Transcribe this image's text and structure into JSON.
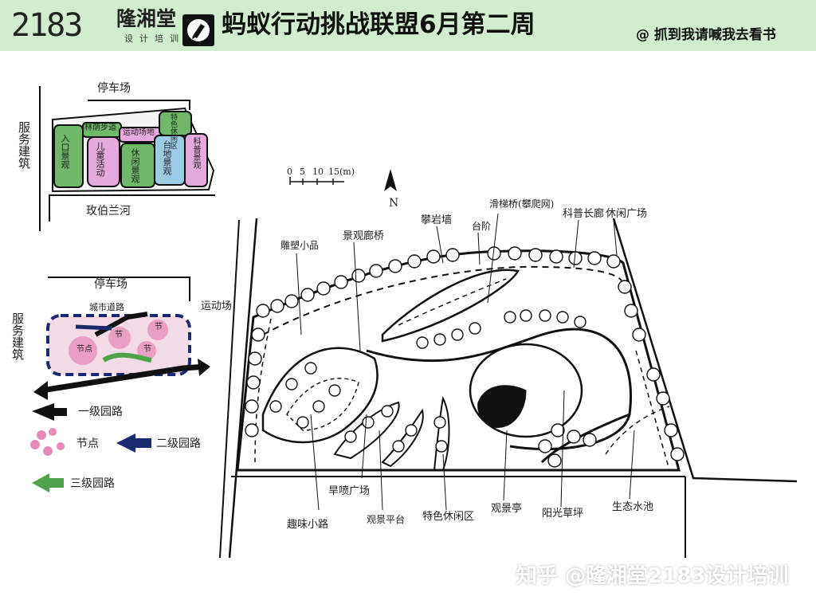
{
  "header": {
    "brand_number": "2183",
    "brand_name": "隆湘堂",
    "brand_sub": "设计培训",
    "title": "蚂蚁行动挑战联盟6月第二周",
    "mention": "@ 抓到我请喊我去看书"
  },
  "function_diagram": {
    "top_label": "停车场",
    "bottom_label": "玫伯兰河",
    "side_label": "服务建筑",
    "zones": [
      "入口景观",
      "儿童活动",
      "休闲景观",
      "林荫步道",
      "运动场地",
      "台地景观",
      "科普景观",
      "特色休闲区"
    ]
  },
  "circulation_diagram": {
    "top_label": "停车场",
    "side_label": "服务建筑",
    "right_label": "运动场",
    "inner_label": "城市道路",
    "node_labels": [
      "节点",
      "节",
      "节",
      "节"
    ]
  },
  "legend": {
    "primary": "一级园路",
    "node": "节点",
    "secondary": "二级园路",
    "tertiary": "三级园路"
  },
  "plan": {
    "scale_ticks": [
      "0",
      "5",
      "10",
      "15(m)"
    ],
    "north": "N",
    "labels": {
      "sculpture": "雕塑小品",
      "viewing_corridor": "景观廊桥",
      "climbing_wall": "攀岩墙",
      "terrace_steps": "台阶",
      "slide": "滑梯桥(攀爬网)",
      "science": "科普长廊",
      "leisure_plaza": "休闲广场",
      "dry_fountain": "旱喷广场",
      "fun_path": "趣味小路",
      "viewing_platform": "观景平台",
      "feature_rest": "特色休闲区",
      "pavilion": "观景亭",
      "sun_lawn": "阳光草坪",
      "pond": "生态水池"
    }
  },
  "watermark": "知乎 @隆湘堂2183设计培训",
  "colors": {
    "header_bg": "#d2ecd0",
    "zone_green": "#6fb86a",
    "zone_pink": "#e6a9dc",
    "zone_blue": "#9ccbe6",
    "path_navy": "#1b2a6e",
    "path_black": "#111111",
    "legend_pink": "#e88ab8",
    "legend_green": "#4ea24a"
  }
}
